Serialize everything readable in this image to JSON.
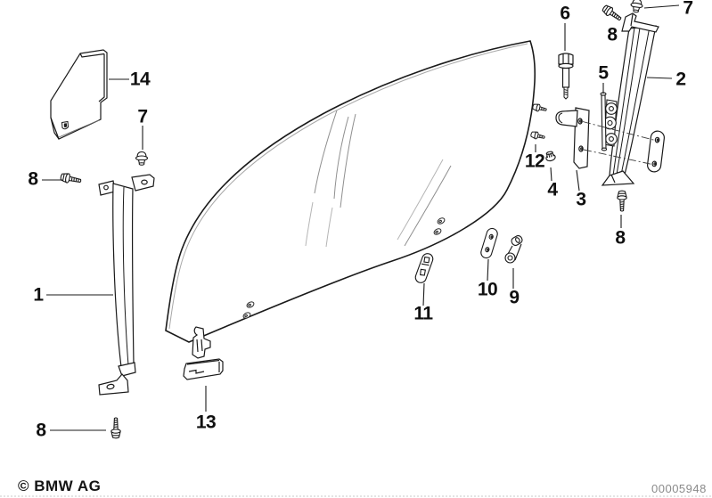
{
  "labels": {
    "part1": "1",
    "part2": "2",
    "part3": "3",
    "part4": "4",
    "part5": "5",
    "part6": "6",
    "part7_left": "7",
    "part7_right": "7",
    "part8_left": "8",
    "part8_bottom": "8",
    "part8_top": "8",
    "part8_right": "8",
    "part9": "9",
    "part10": "10",
    "part11": "11",
    "part12": "12",
    "part13": "13",
    "part14": "14"
  },
  "footer": {
    "copyright": "© BMW AG",
    "drawing_number": "00005948"
  },
  "colors": {
    "ink": "#1a1a1a",
    "background": "#ffffff",
    "muted_gray": "#8a8a8a"
  }
}
